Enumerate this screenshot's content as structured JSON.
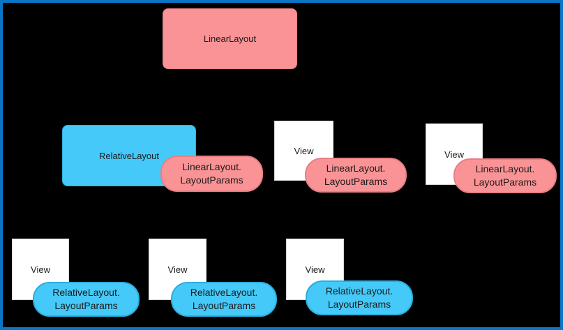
{
  "colors": {
    "background": "#000000",
    "frame": "#0B76C8",
    "pink": "#FA9396",
    "pink_edge": "#E87F83",
    "blue": "#45C9F8",
    "blue_edge": "#2BAEDC",
    "white": "#FFFFFF",
    "white_edge": "#D9D9D9",
    "text": "#1B1B1B"
  },
  "nodes": {
    "root": {
      "label": "LinearLayout"
    },
    "relative": {
      "label": "RelativeLayout"
    },
    "view_mid_1": {
      "label": "View"
    },
    "view_mid_2": {
      "label": "View"
    },
    "view_bottom_1": {
      "label": "View"
    },
    "view_bottom_2": {
      "label": "View"
    },
    "view_bottom_3": {
      "label": "View"
    }
  },
  "badges": {
    "linear_params": {
      "line1": "LinearLayout.",
      "line2": "LayoutParams"
    },
    "relative_params": {
      "line1": "RelativeLayout.",
      "line2": "LayoutParams"
    }
  }
}
